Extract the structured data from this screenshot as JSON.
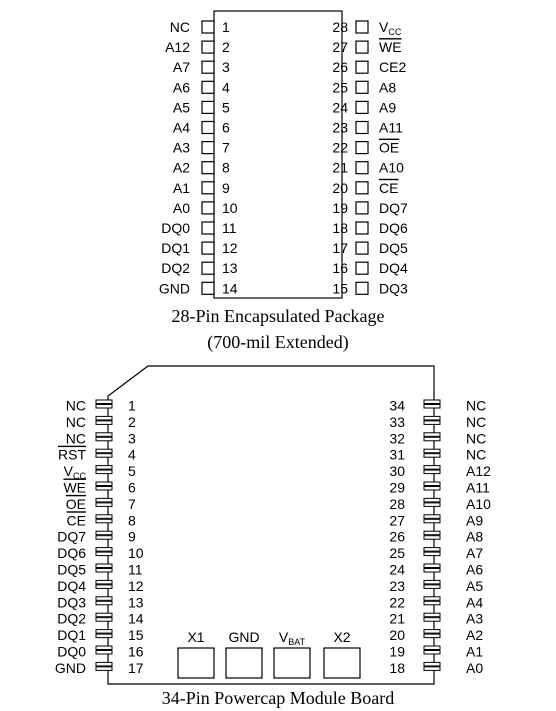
{
  "dip": {
    "left": [
      {
        "num": "1",
        "name": "NC",
        "over": false,
        "sub": ""
      },
      {
        "num": "2",
        "name": "A12",
        "over": false,
        "sub": ""
      },
      {
        "num": "3",
        "name": "A7",
        "over": false,
        "sub": ""
      },
      {
        "num": "4",
        "name": "A6",
        "over": false,
        "sub": ""
      },
      {
        "num": "5",
        "name": "A5",
        "over": false,
        "sub": ""
      },
      {
        "num": "6",
        "name": "A4",
        "over": false,
        "sub": ""
      },
      {
        "num": "7",
        "name": "A3",
        "over": false,
        "sub": ""
      },
      {
        "num": "8",
        "name": "A2",
        "over": false,
        "sub": ""
      },
      {
        "num": "9",
        "name": "A1",
        "over": false,
        "sub": ""
      },
      {
        "num": "10",
        "name": "A0",
        "over": false,
        "sub": ""
      },
      {
        "num": "11",
        "name": "DQ0",
        "over": false,
        "sub": ""
      },
      {
        "num": "12",
        "name": "DQ1",
        "over": false,
        "sub": ""
      },
      {
        "num": "13",
        "name": "DQ2",
        "over": false,
        "sub": ""
      },
      {
        "num": "14",
        "name": "GND",
        "over": false,
        "sub": ""
      }
    ],
    "right": [
      {
        "num": "28",
        "name": "V",
        "over": false,
        "sub": "CC"
      },
      {
        "num": "27",
        "name": "WE",
        "over": true,
        "sub": ""
      },
      {
        "num": "26",
        "name": "CE2",
        "over": false,
        "sub": ""
      },
      {
        "num": "25",
        "name": "A8",
        "over": false,
        "sub": ""
      },
      {
        "num": "24",
        "name": "A9",
        "over": false,
        "sub": ""
      },
      {
        "num": "23",
        "name": "A11",
        "over": false,
        "sub": ""
      },
      {
        "num": "22",
        "name": "OE",
        "over": true,
        "sub": ""
      },
      {
        "num": "21",
        "name": "A10",
        "over": false,
        "sub": ""
      },
      {
        "num": "20",
        "name": "CE",
        "over": true,
        "sub": ""
      },
      {
        "num": "19",
        "name": "DQ7",
        "over": false,
        "sub": ""
      },
      {
        "num": "18",
        "name": "DQ6",
        "over": false,
        "sub": ""
      },
      {
        "num": "17",
        "name": "DQ5",
        "over": false,
        "sub": ""
      },
      {
        "num": "16",
        "name": "DQ4",
        "over": false,
        "sub": ""
      },
      {
        "num": "15",
        "name": "DQ3",
        "over": false,
        "sub": ""
      }
    ],
    "caption_line1": "28-Pin Encapsulated Package",
    "caption_line2": "(700-mil Extended)"
  },
  "pcap": {
    "left": [
      {
        "num": "1",
        "name": "NC",
        "over": false,
        "sub": ""
      },
      {
        "num": "2",
        "name": "NC",
        "over": false,
        "sub": ""
      },
      {
        "num": "3",
        "name": "NC",
        "over": false,
        "sub": ""
      },
      {
        "num": "4",
        "name": "RST",
        "over": true,
        "sub": ""
      },
      {
        "num": "5",
        "name": "V",
        "over": false,
        "sub": "CC"
      },
      {
        "num": "6",
        "name": "WE",
        "over": true,
        "sub": ""
      },
      {
        "num": "7",
        "name": "OE",
        "over": true,
        "sub": ""
      },
      {
        "num": "8",
        "name": "CE",
        "over": true,
        "sub": ""
      },
      {
        "num": "9",
        "name": "DQ7",
        "over": false,
        "sub": ""
      },
      {
        "num": "10",
        "name": "DQ6",
        "over": false,
        "sub": ""
      },
      {
        "num": "11",
        "name": "DQ5",
        "over": false,
        "sub": ""
      },
      {
        "num": "12",
        "name": "DQ4",
        "over": false,
        "sub": ""
      },
      {
        "num": "13",
        "name": "DQ3",
        "over": false,
        "sub": ""
      },
      {
        "num": "14",
        "name": "DQ2",
        "over": false,
        "sub": ""
      },
      {
        "num": "15",
        "name": "DQ1",
        "over": false,
        "sub": ""
      },
      {
        "num": "16",
        "name": "DQ0",
        "over": false,
        "sub": ""
      },
      {
        "num": "17",
        "name": "GND",
        "over": false,
        "sub": ""
      }
    ],
    "right": [
      {
        "num": "34",
        "name": "NC",
        "over": false,
        "sub": ""
      },
      {
        "num": "33",
        "name": "NC",
        "over": false,
        "sub": ""
      },
      {
        "num": "32",
        "name": "NC",
        "over": false,
        "sub": ""
      },
      {
        "num": "31",
        "name": "NC",
        "over": false,
        "sub": ""
      },
      {
        "num": "30",
        "name": "A12",
        "over": false,
        "sub": ""
      },
      {
        "num": "29",
        "name": "A11",
        "over": false,
        "sub": ""
      },
      {
        "num": "28",
        "name": "A10",
        "over": false,
        "sub": ""
      },
      {
        "num": "27",
        "name": "A9",
        "over": false,
        "sub": ""
      },
      {
        "num": "26",
        "name": "A8",
        "over": false,
        "sub": ""
      },
      {
        "num": "25",
        "name": "A7",
        "over": false,
        "sub": ""
      },
      {
        "num": "24",
        "name": "A6",
        "over": false,
        "sub": ""
      },
      {
        "num": "23",
        "name": "A5",
        "over": false,
        "sub": ""
      },
      {
        "num": "22",
        "name": "A4",
        "over": false,
        "sub": ""
      },
      {
        "num": "21",
        "name": "A3",
        "over": false,
        "sub": ""
      },
      {
        "num": "20",
        "name": "A2",
        "over": false,
        "sub": ""
      },
      {
        "num": "19",
        "name": "A1",
        "over": false,
        "sub": ""
      },
      {
        "num": "18",
        "name": "A0",
        "over": false,
        "sub": ""
      }
    ],
    "bottom": [
      {
        "name": "X1",
        "sub": ""
      },
      {
        "name": "GND",
        "sub": ""
      },
      {
        "name": "V",
        "sub": "BAT"
      },
      {
        "name": "X2",
        "sub": ""
      }
    ],
    "caption": "34-Pin Powercap Module Board"
  },
  "colors": {
    "ink": "#000000",
    "paper": "#ffffff"
  }
}
